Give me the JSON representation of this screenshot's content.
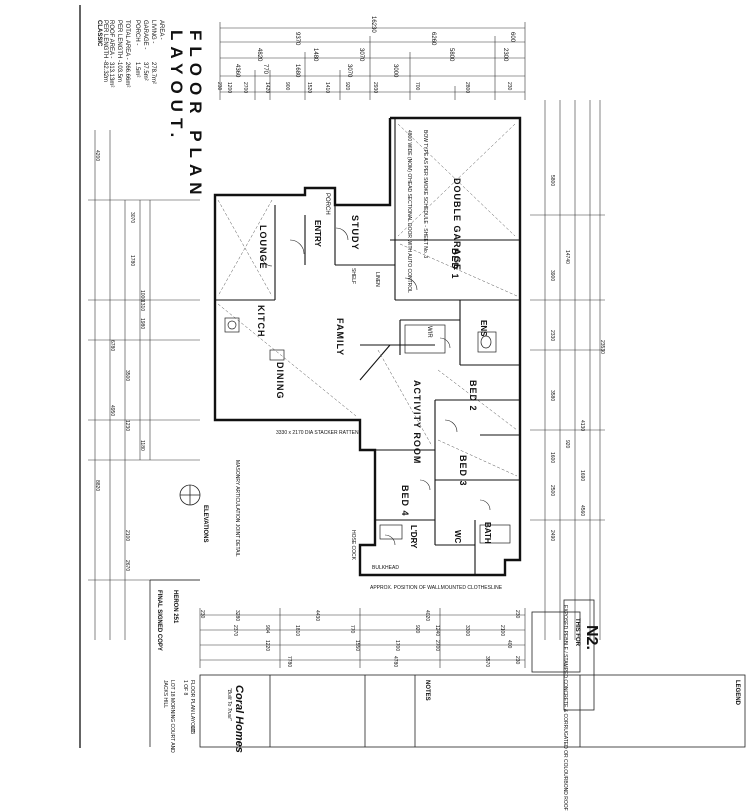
{
  "sheet": {
    "title": [
      "FLOOR PLAN",
      "LAYOUT."
    ],
    "area_title": "CLASSIC",
    "areas": [
      {
        "label": "AREA -",
        "value": ""
      },
      {
        "label": "LIVING -",
        "value": "278.7m²"
      },
      {
        "label": "GARAGE -",
        "value": "37.5m²"
      },
      {
        "label": "PORCH -",
        "value": "1.5m²"
      },
      {
        "label": "TOTAL AREA -",
        "value": "266.66m²"
      },
      {
        "label": "PER LENGTH -",
        "value": "103.5m"
      },
      {
        "label": "ROOF AREA -",
        "value": "313.13m²"
      },
      {
        "label": "PER LENGTH -",
        "value": "82.32m"
      }
    ],
    "rooms": {
      "garage": "DOUBLE GARAGE",
      "bed1": "BED 1",
      "study": "STUDY",
      "entry": "ENTRY",
      "lounge": "LOUNGE",
      "kitch": "KITCH",
      "family": "FAMILY",
      "dining": "DINING",
      "activity": "ACTIVITY ROOM",
      "bed2": "BED 2",
      "bed3": "BED 3",
      "bed4": "BED 4",
      "ldry": "L'DRY",
      "bath": "BATH",
      "ens": "ENS",
      "wc": "WC",
      "wir": "WIR",
      "porch": "PORCH",
      "linen": "LINEN",
      "shelf": "SHELF"
    },
    "top_dims": {
      "overall": "16230",
      "row2": [
        "9370",
        "6260",
        "600"
      ],
      "row3": [
        "4820",
        "1480",
        "3070",
        "5800",
        "2300"
      ],
      "row4": [
        "4360",
        "770",
        "1680",
        "3070",
        "3000"
      ],
      "row5": [
        "230",
        "1200",
        "2700",
        "1420",
        "900",
        "1520",
        "1410",
        "920",
        "2930",
        "700",
        "2800",
        "230"
      ]
    },
    "left_dims": [
      "4200",
      "3070",
      "1780",
      "6780",
      "3500",
      "4950",
      "1000",
      "1980",
      "8820",
      "2100",
      "2670",
      "1310",
      "1230",
      "1180"
    ],
    "right_dims": [
      "5800",
      "3900",
      "2330",
      "3580",
      "4130",
      "1600",
      "2500",
      "2490",
      "14740",
      "23530",
      "4560",
      "920",
      "1690"
    ],
    "bottom_dims": {
      "row1": [
        "230",
        "3280",
        "4430",
        "4020",
        "230"
      ],
      "row2": [
        "2370",
        "904",
        "1810",
        "770",
        "920",
        "1240",
        "3300",
        "2100"
      ],
      "row3": [
        "1220",
        "1550",
        "1700",
        "2700",
        "400"
      ],
      "row4": [
        "7780",
        "4780",
        "3570",
        "230"
      ]
    },
    "notes": {
      "elevations": "ELEVATIONS",
      "masonry": "MASONRY ARTICULATION JOINT DETAIL",
      "clothesline": "APPROX. POSITION OF WALLMOUNTED CLOTHESLINE",
      "bulkhead": "BULKHEAD",
      "hose_cock": "HOSE COCK",
      "garage_door": "4800 WIDE (NOM) O'HEAD SECTIONAL DOOR WITH AUTO CONTROL",
      "bow_type": "BOW TYPE AS PER SMOKE SCHEDULE - SHEET No. 3",
      "stacker": "3330 x 2170 DIA STACKER RATTEN",
      "exposed": "EXPOSED PEBBLE / STAMPED CONCRETE & CORRUGATED OR COLOURBOND ROOF"
    },
    "final_copy": "FINAL SIGNED COPY",
    "model": "HERON 251",
    "no_label": "N2.",
    "this_for": "THIS FOR",
    "title_block": {
      "company": "Coral Homes",
      "tagline": "\"Built To Trust\"",
      "sheet": "FLOOR PLAN LAYOUT",
      "sheet_no": "1 OF 8",
      "job": "J13",
      "lot": "LOT 18 MORNING COURT AND",
      "client": "JACKS HILL"
    },
    "legend_title": "LEGEND",
    "notes_title": "NOTES"
  }
}
